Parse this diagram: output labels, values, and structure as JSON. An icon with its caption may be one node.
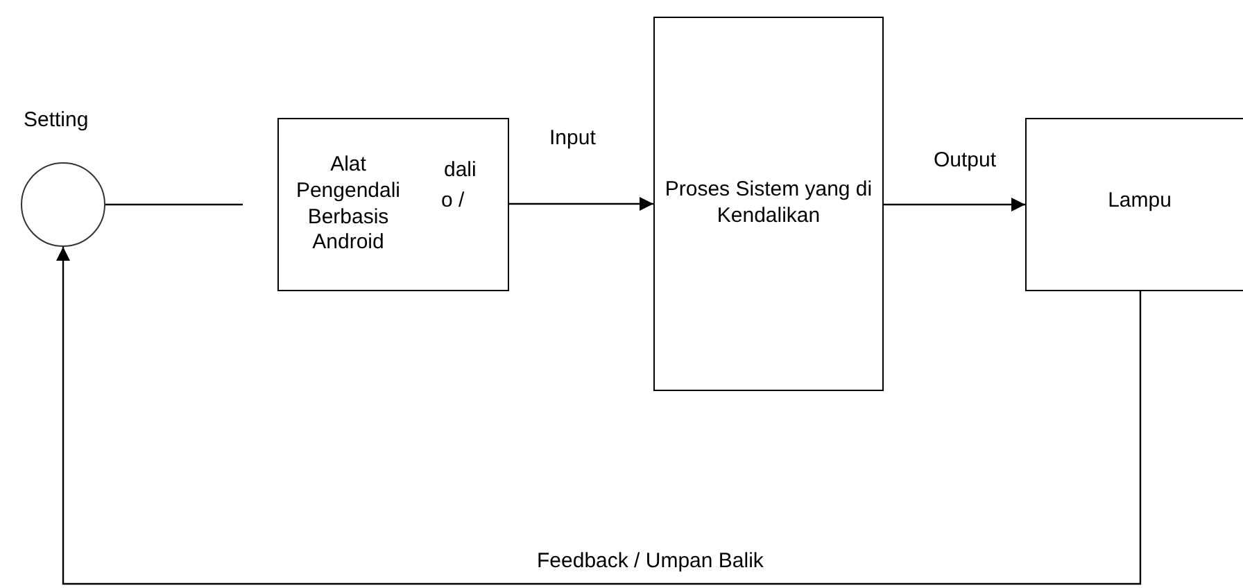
{
  "diagram": {
    "nodes": [
      {
        "text": [],
        "shape": "circle",
        "beside": [
          "Setting"
        ]
      },
      {
        "text": [
          "Alat Pengendali Berbasis Android"
        ]
      },
      {
        "text": [
          "Proses Sistem yang di Kendalikan"
        ]
      },
      {
        "text": [
          "Lampu"
        ]
      }
    ],
    "edges": [
      {
        "from": 0,
        "to": 1,
        "arrow": "none"
      },
      {
        "from": 1,
        "to": 2,
        "arrow": "to",
        "label": "Input"
      },
      {
        "from": 2,
        "to": 3,
        "arrow": "to",
        "label": "Output"
      },
      {
        "from": 3,
        "to": 0,
        "arrow": "to",
        "label": "Feedback / Umpan Balik"
      }
    ],
    "labels": [
      "dali",
      "o /"
    ]
  }
}
